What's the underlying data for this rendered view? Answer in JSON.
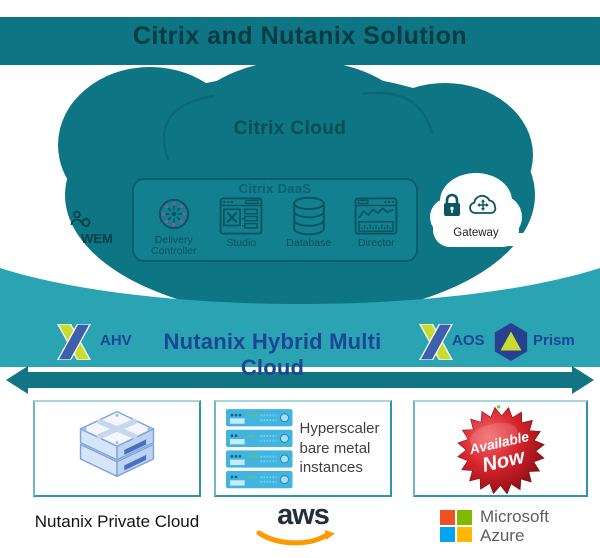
{
  "header": {
    "title": "Citrix and Nutanix Solution"
  },
  "citrix_cloud": {
    "label": "Citrix Cloud"
  },
  "daas": {
    "title": "Citrix DaaS",
    "components": [
      {
        "label": "Delivery Controller",
        "icon": "delivery-controller-icon"
      },
      {
        "label": "Studio",
        "icon": "studio-icon"
      },
      {
        "label": "Database",
        "icon": "database-icon"
      },
      {
        "label": "Director",
        "icon": "director-icon"
      }
    ]
  },
  "wem": {
    "label": "WEM",
    "icon": "wem-icon"
  },
  "gateway": {
    "label": "Gateway",
    "icons": [
      "lock-icon",
      "cloud-cross-icon"
    ]
  },
  "band": {
    "title": "Nutanix Hybrid Multi Cloud",
    "items": [
      {
        "label": "AHV",
        "icon": "nutanix-x-logo"
      },
      {
        "label": "AOS",
        "icon": "nutanix-x-logo"
      },
      {
        "label": "Prism",
        "icon": "prism-logo"
      }
    ]
  },
  "cards": {
    "nutanix_node": {
      "icon": "nutanix-node-icon"
    },
    "hyperscaler": {
      "text": "Hyperscaler bare metal instances",
      "icon": "server-rack-icon"
    },
    "badge": {
      "line1": "Available",
      "line2": "Now"
    }
  },
  "footer": {
    "nutanix_label": "Nutanix Private Cloud",
    "aws": "aws",
    "microsoft": "Microsoft",
    "azure": "Azure"
  },
  "colors": {
    "teal": "#0D7583",
    "teal_band": "#2AA4B2",
    "teal_arrow": "#117584",
    "navy": "#1C4695",
    "logo_blue": "#3D5FAE",
    "logo_yellow": "#C9DB2F",
    "badge_red": "#C6181E",
    "aws_orange": "#FF9900",
    "azure_red": "#F25022",
    "azure_green": "#7FBA00",
    "azure_blue": "#00A4EF",
    "azure_yellow": "#FFB900"
  }
}
